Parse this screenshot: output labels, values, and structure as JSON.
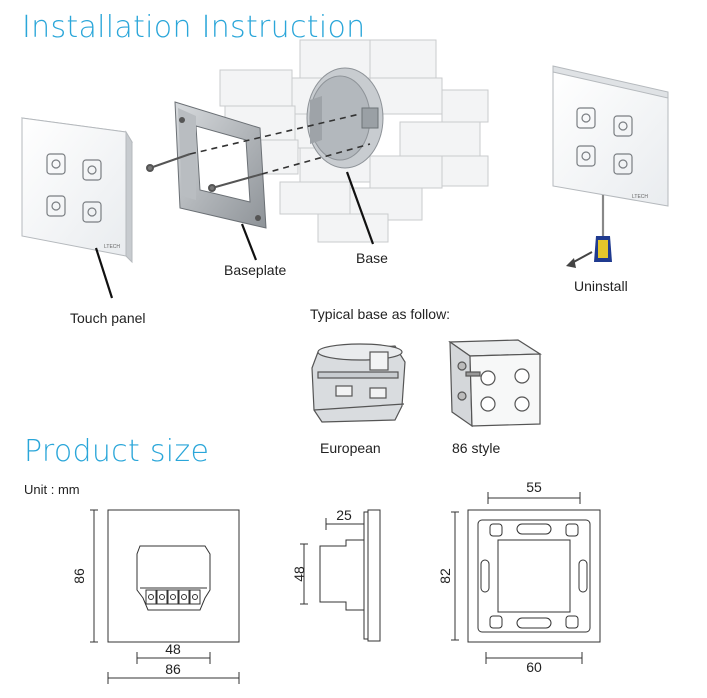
{
  "section_titles": {
    "installation": "Installation Instruction",
    "product_size": "Product size"
  },
  "labels": {
    "baseplate": "Baseplate",
    "base": "Base",
    "touch_panel": "Touch panel",
    "uninstall": "Uninstall",
    "typical_base": "Typical base as follow:",
    "european": "European",
    "style86": "86 style",
    "unit": "Unit : mm"
  },
  "brand_mark": "LTECH",
  "dimensions": {
    "front_height": "86",
    "front_inner_width": "48",
    "front_width": "86",
    "side_depth": "25",
    "side_height": "48",
    "back_top": "55",
    "back_height": "82",
    "back_bottom": "60"
  }
}
